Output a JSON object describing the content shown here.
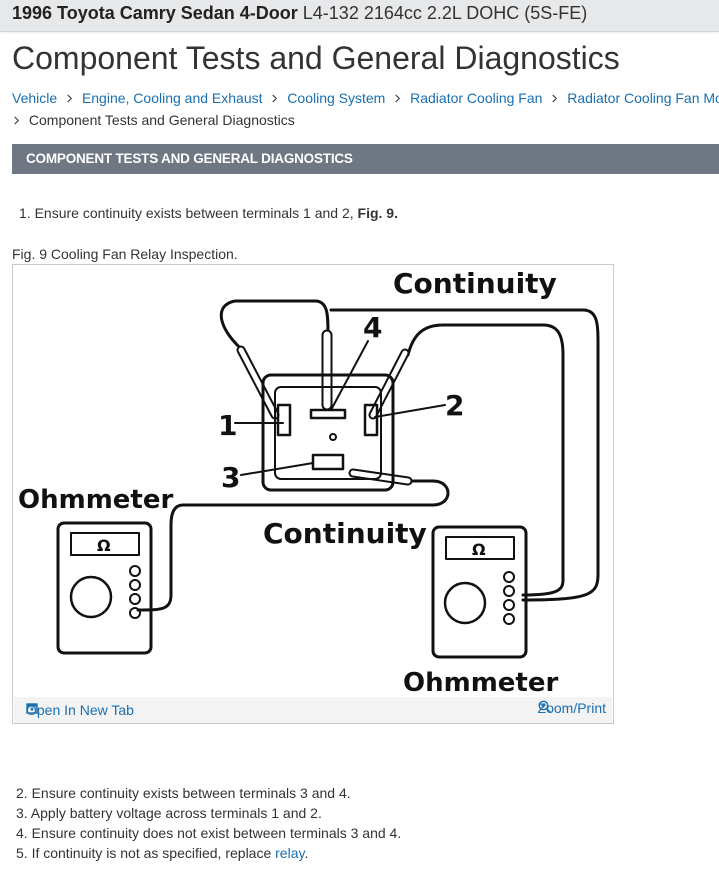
{
  "header": {
    "vehicle": "1996 Toyota Camry Sedan 4-Door",
    "engine": "L4-132 2164cc 2.2L DOHC (5S-FE)"
  },
  "page": {
    "title": "Component Tests and General Diagnostics"
  },
  "breadcrumb": {
    "items": [
      "Vehicle",
      "Engine, Cooling and Exhaust",
      "Cooling System",
      "Radiator Cooling Fan",
      "Radiator Cooling Fan Motor Relay"
    ],
    "current": "Component Tests and General Diagnostics"
  },
  "section": {
    "heading": "COMPONENT TESTS AND GENERAL DIAGNOSTICS"
  },
  "steps": {
    "step1_text": "1. Ensure continuity exists between terminals 1 and 2, ",
    "step1_ref": "Fig. 9.",
    "step2": "2. Ensure continuity exists between terminals 3 and 4.",
    "step3": "3. Apply battery voltage across terminals 1 and 2.",
    "step4": "4. Ensure continuity does not exist between terminals 3 and 4.",
    "step5_text": "5. If continuity is not as specified, replace ",
    "step5_link": "relay",
    "step5_end": "."
  },
  "figure": {
    "caption": "Fig. 9 Cooling Fan Relay Inspection.",
    "label_continuity_top": "Continuity",
    "label_continuity_mid": "Continuity",
    "label_ohmmeter_left": "Ohmmeter",
    "label_ohmmeter_right": "Ohmmeter",
    "terminal_1": "1",
    "terminal_2": "2",
    "terminal_3": "3",
    "terminal_4": "4",
    "meter_symbol": "Ω",
    "open_new_tab": "Open In New Tab",
    "zoom_print": "Zoom/Print"
  },
  "colors": {
    "link": "#1a6fb0",
    "section_header_bg": "#6f7783",
    "topbar_bg": "#e7e8ea"
  }
}
